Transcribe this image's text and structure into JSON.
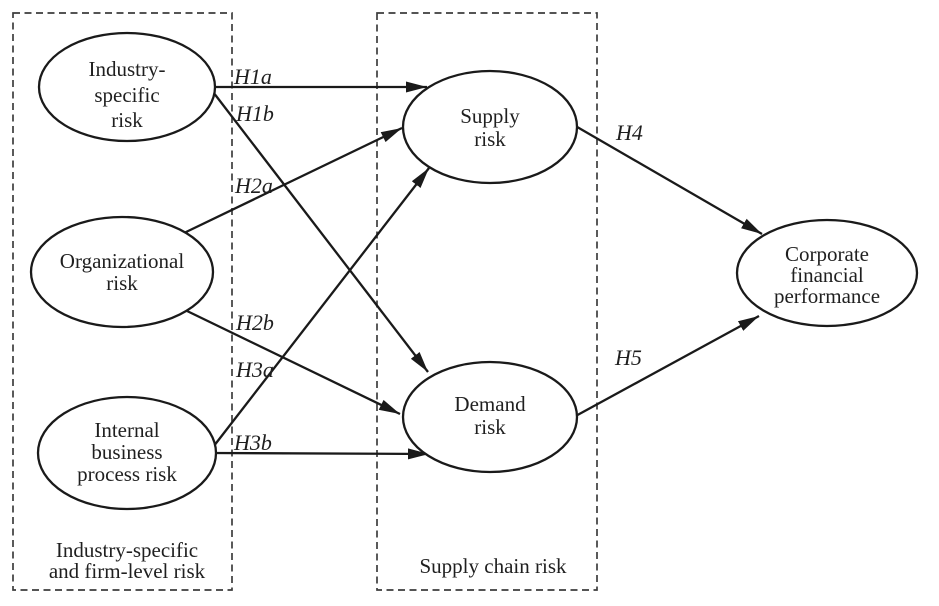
{
  "figure": {
    "type": "hypothesis-path-model",
    "colors": {
      "background": "#ffffff",
      "stroke": "#1a1a1a",
      "dashed_border": "#3d3d3d",
      "text": "#1f1f1f"
    },
    "nodes": {
      "industry": {
        "name": "Industry-specific risk",
        "lines": [
          "Industry-",
          "specific",
          "risk"
        ]
      },
      "organizational": {
        "name": "Organizational risk",
        "lines": [
          "Organizational",
          "risk"
        ]
      },
      "internal": {
        "name": "Internal business process risk",
        "lines": [
          "Internal",
          "business",
          "process risk"
        ]
      },
      "supply": {
        "name": "Supply risk",
        "lines": [
          "Supply",
          "risk"
        ]
      },
      "demand": {
        "name": "Demand risk",
        "lines": [
          "Demand",
          "risk"
        ]
      },
      "corporate": {
        "name": "Corporate financial performance",
        "lines": [
          "Corporate",
          "financial",
          "performance"
        ]
      }
    },
    "groups": {
      "left": {
        "lines": [
          "Industry-specific",
          "and firm-level risk"
        ]
      },
      "middle": {
        "lines": [
          "Supply chain risk"
        ]
      }
    },
    "edges": [
      {
        "label": "H1a",
        "from": "Industry-specific risk",
        "to": "Supply risk"
      },
      {
        "label": "H1b",
        "from": "Industry-specific risk",
        "to": "Demand risk"
      },
      {
        "label": "H2a",
        "from": "Organizational risk",
        "to": "Supply risk"
      },
      {
        "label": "H2b",
        "from": "Organizational risk",
        "to": "Demand risk"
      },
      {
        "label": "H3a",
        "from": "Internal business process risk",
        "to": "Supply risk"
      },
      {
        "label": "H3b",
        "from": "Internal business process risk",
        "to": "Demand risk"
      },
      {
        "label": "H4",
        "from": "Supply risk",
        "to": "Corporate financial performance"
      },
      {
        "label": "H5",
        "from": "Demand risk",
        "to": "Corporate financial performance"
      }
    ]
  }
}
